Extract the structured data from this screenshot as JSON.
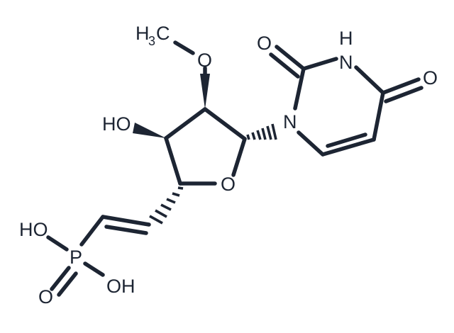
{
  "molecule": {
    "labels": {
      "methyl_h": "H",
      "methyl_sub": "3",
      "methyl_c": "C",
      "methoxy_o": "O",
      "hydroxyl": "HO",
      "ring_o": "O",
      "n1": "N",
      "c2_o": "O",
      "n3": "N",
      "n3_h": "H",
      "c4_o": "O",
      "p_oh_left": "HO",
      "p": "P",
      "p_oh_right": "OH",
      "p_o": "O"
    },
    "colors": {
      "ink": "#1d2533",
      "background": "#ffffff"
    }
  }
}
